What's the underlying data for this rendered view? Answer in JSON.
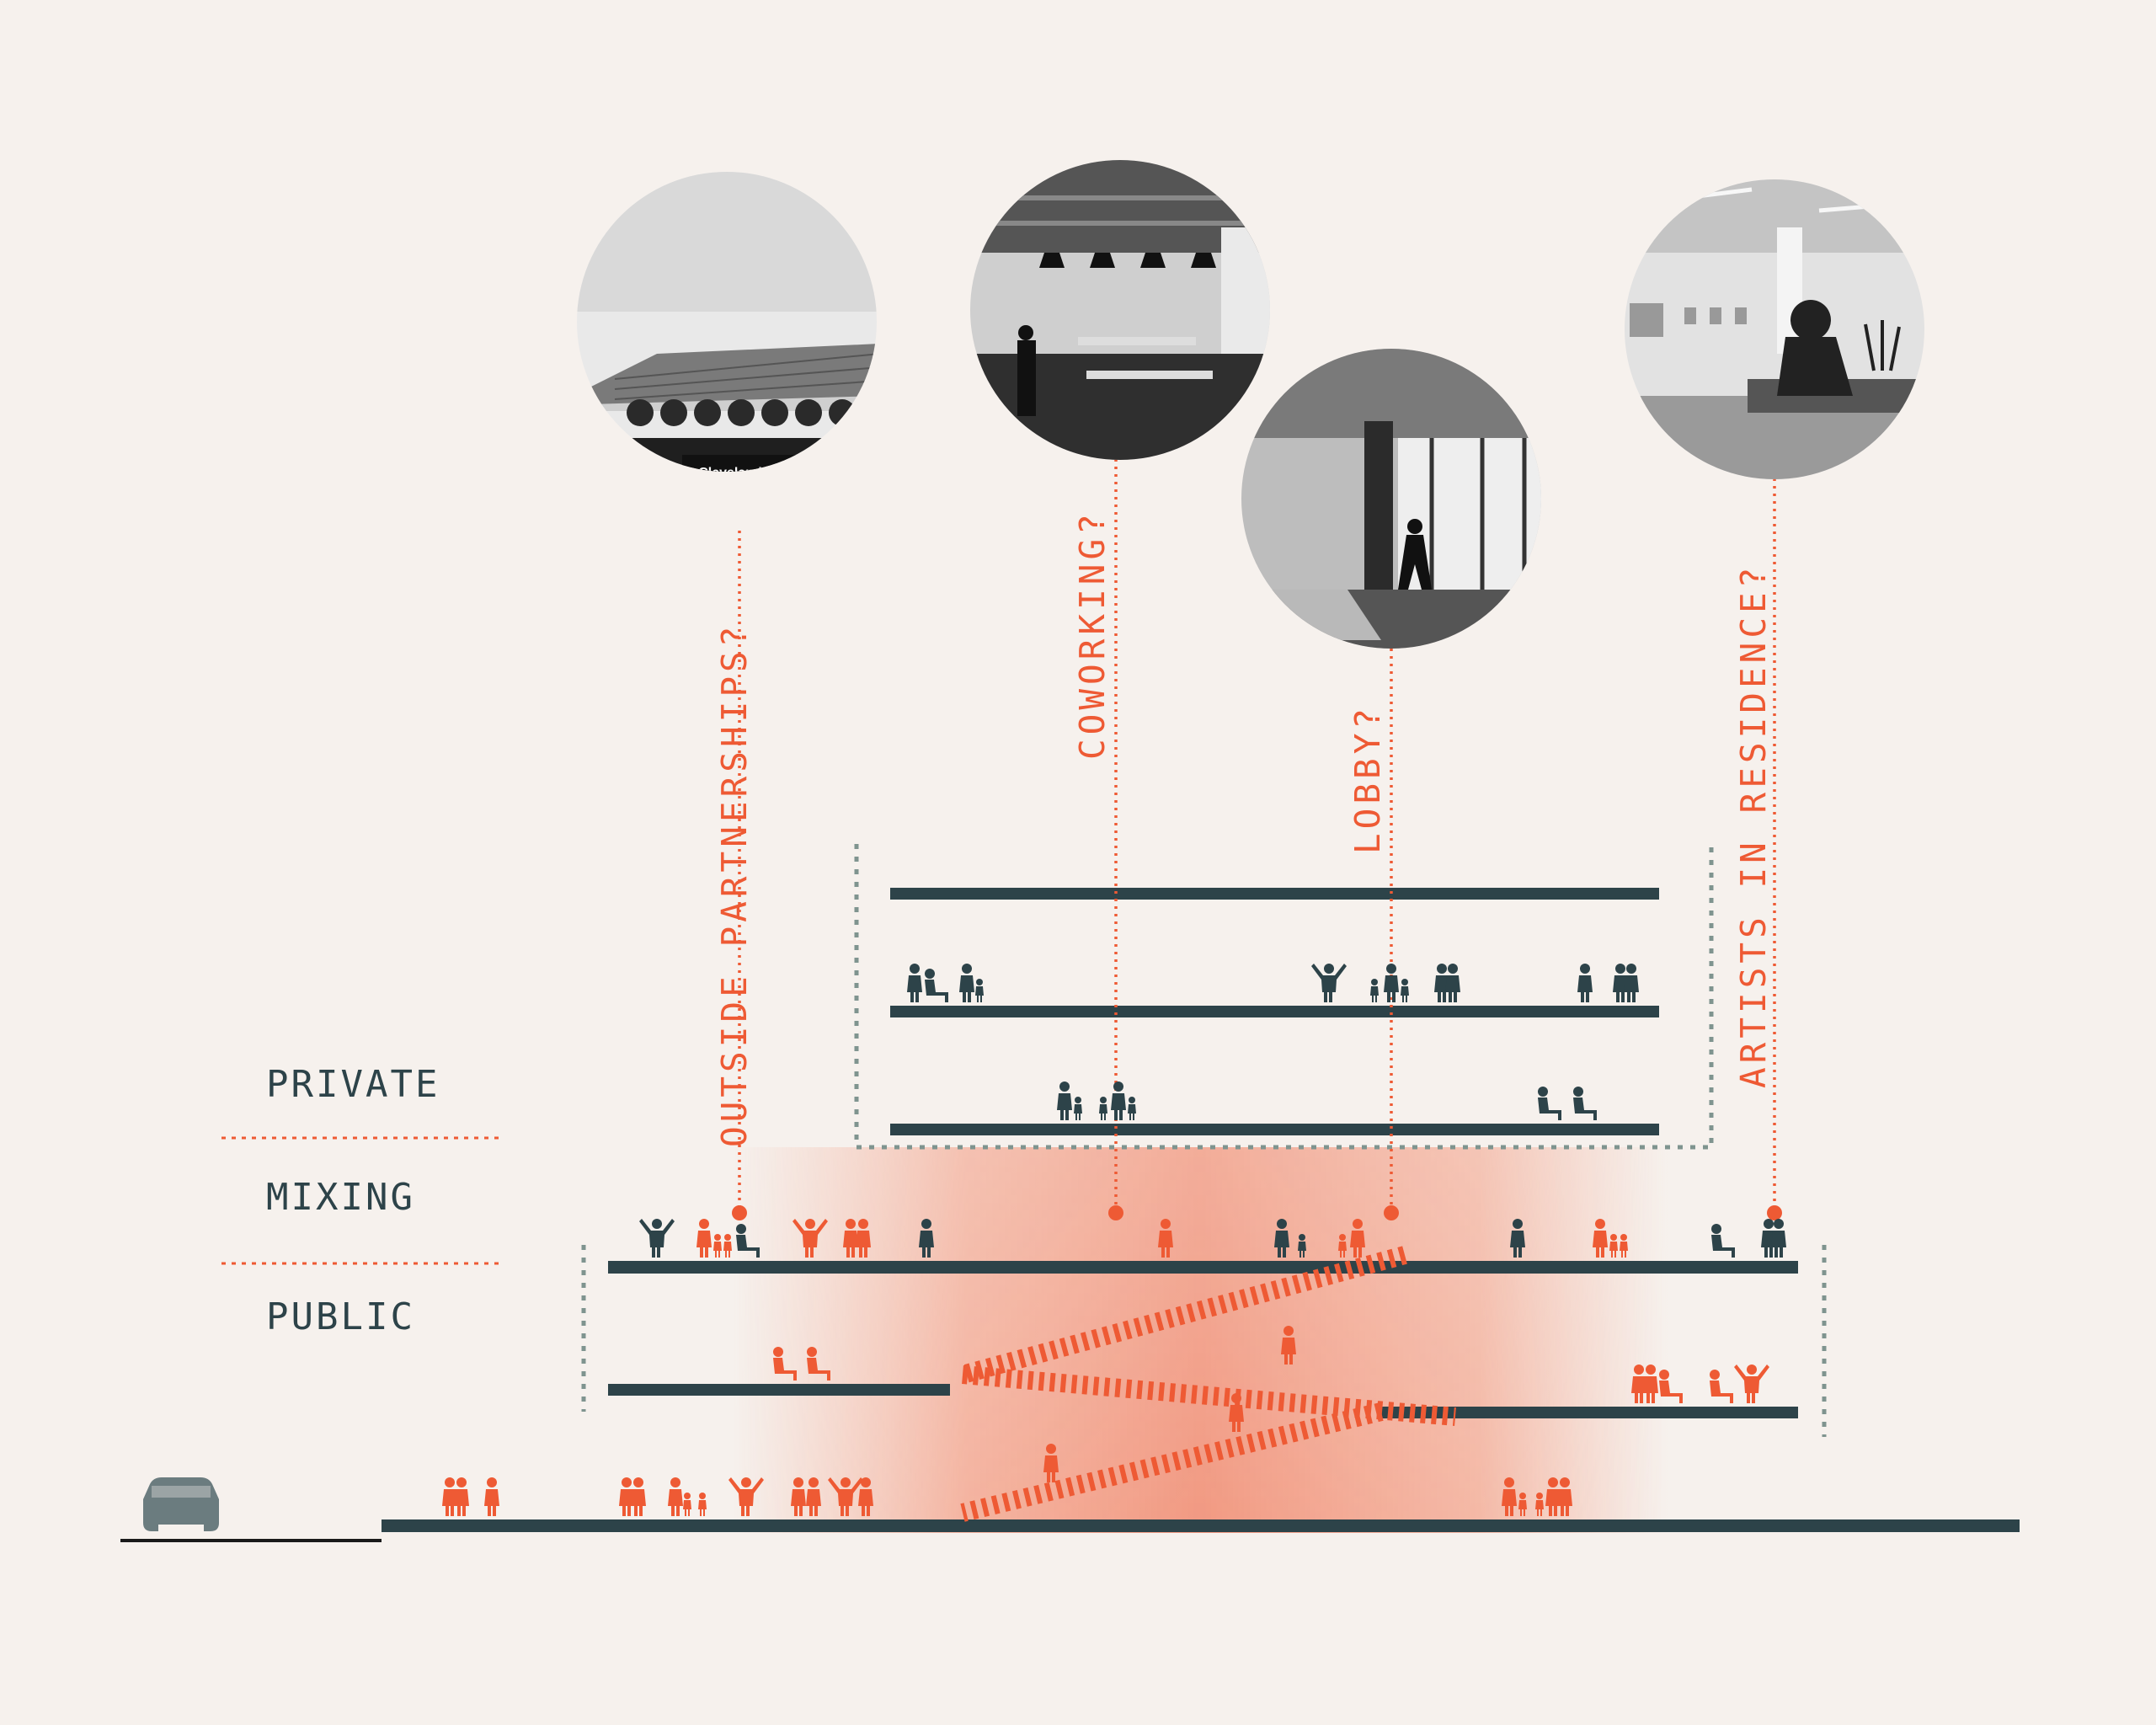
{
  "zones": {
    "private": "PRIVATE",
    "mixing": "MIXING",
    "public": "PUBLIC"
  },
  "callouts": [
    {
      "label": "OUTSIDE PARTNERSHIPS?",
      "photo": "Cleveland Clinic campus building"
    },
    {
      "label": "COWORKING?",
      "photo": "coworking cafe interior"
    },
    {
      "label": "LOBBY?",
      "photo": "glass lobby with person walking"
    },
    {
      "label": "ARTISTS IN RESIDENCE?",
      "photo": "artist painting in studio"
    }
  ],
  "photo_text": {
    "sign": "Cleveland Clinic"
  },
  "icons": {
    "car": "car-icon",
    "people": "person-silhouette-icon"
  },
  "colors": {
    "background": "#f6f1ed",
    "slab": "#2d4349",
    "accent": "#ee5a34",
    "dotted_gray": "#7f948f",
    "car": "#6b7c7f"
  }
}
